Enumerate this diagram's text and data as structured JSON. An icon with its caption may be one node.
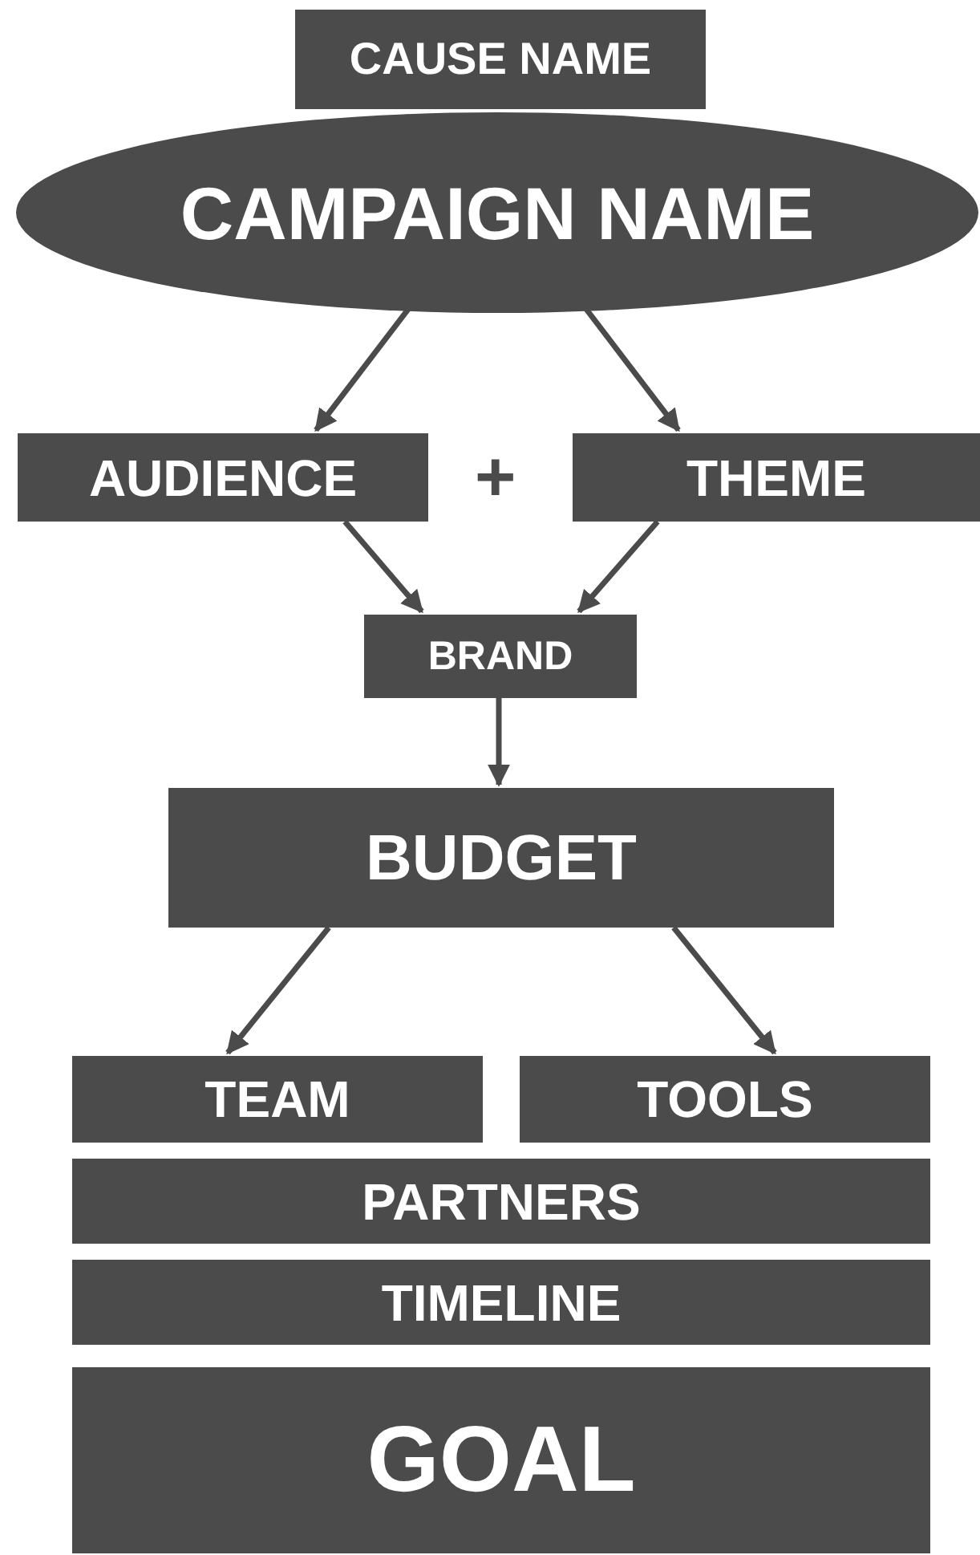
{
  "diagram": {
    "nodes": [
      {
        "text": [
          "CAUSE NAME"
        ]
      },
      {
        "text": [
          "CAMPAIGN NAME"
        ]
      },
      {
        "text": [
          "AUDIENCE"
        ]
      },
      {
        "text": [
          "THEME"
        ]
      },
      {
        "text": [
          "BRAND"
        ]
      },
      {
        "text": [
          "BUDGET"
        ]
      },
      {
        "text": [
          "TEAM"
        ]
      },
      {
        "text": [
          "TOOLS"
        ]
      },
      {
        "text": [
          "PARTNERS"
        ]
      },
      {
        "text": [
          "TIMELINE"
        ]
      },
      {
        "text": [
          "GOAL"
        ]
      }
    ],
    "edges": [
      {
        "from": 1,
        "to": 2,
        "arrow": "to"
      },
      {
        "from": 1,
        "to": 3,
        "arrow": "to"
      },
      {
        "from": 2,
        "to": 4,
        "arrow": "to"
      },
      {
        "from": 3,
        "to": 4,
        "arrow": "to"
      },
      {
        "from": 4,
        "to": 5,
        "arrow": "to"
      },
      {
        "from": 5,
        "to": 6,
        "arrow": "to"
      },
      {
        "from": 5,
        "to": 7,
        "arrow": "to"
      }
    ],
    "labels": [
      "+"
    ]
  }
}
